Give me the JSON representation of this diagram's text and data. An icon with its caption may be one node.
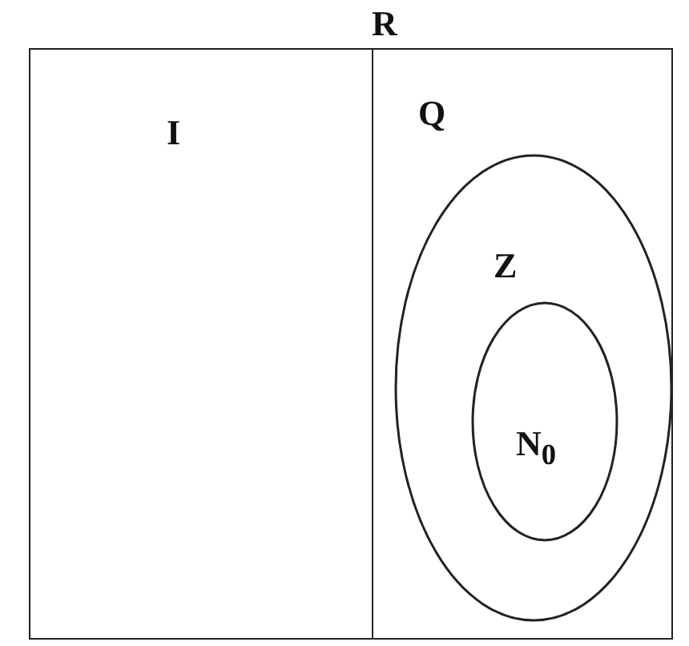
{
  "diagram": {
    "nodes": [
      {
        "text": [
          "R"
        ]
      },
      {
        "text": [
          "I"
        ],
        "in": 0
      },
      {
        "text": [
          "Q"
        ],
        "in": 0
      },
      {
        "text": [
          "Z"
        ],
        "in": 2
      },
      {
        "text": [
          "N$_{0}$"
        ],
        "in": 3
      }
    ]
  }
}
